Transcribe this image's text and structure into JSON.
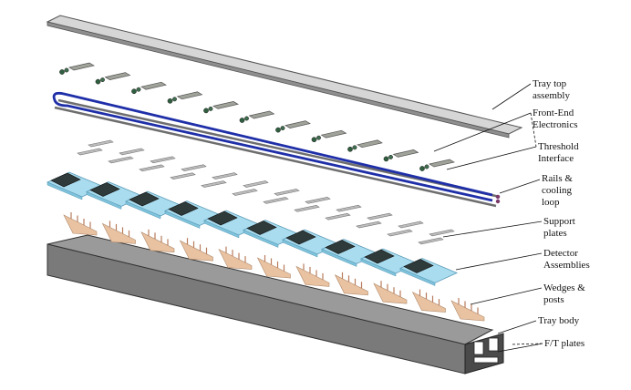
{
  "labels": {
    "tray_top": [
      "Tray top",
      "assembly"
    ],
    "front_end": [
      "Front-End",
      "Electronics"
    ],
    "threshold": [
      "Threshold",
      "Interface"
    ],
    "rails": [
      "Rails &",
      "cooling",
      "loop"
    ],
    "support": [
      "Support",
      "plates"
    ],
    "detector": [
      "Detector",
      "Assemblies"
    ],
    "wedges": [
      "Wedges &",
      "posts"
    ],
    "tray_body": [
      "Tray body"
    ],
    "ft_plates": [
      "F/T plates"
    ]
  },
  "colors": {
    "tray_top": "#d6d6d6",
    "tray_body": "#7a7a7a",
    "cooling_loop": "#1f2fa8",
    "rail": "#6e6e6e",
    "support_plate": "#bdbdbd",
    "detector": "#a9dcef",
    "detector_chip": "#2f3a3a",
    "wedge": "#e9c2a2",
    "post": "#b87b5c",
    "electronics": "#a0a39a",
    "text": "#111111"
  }
}
